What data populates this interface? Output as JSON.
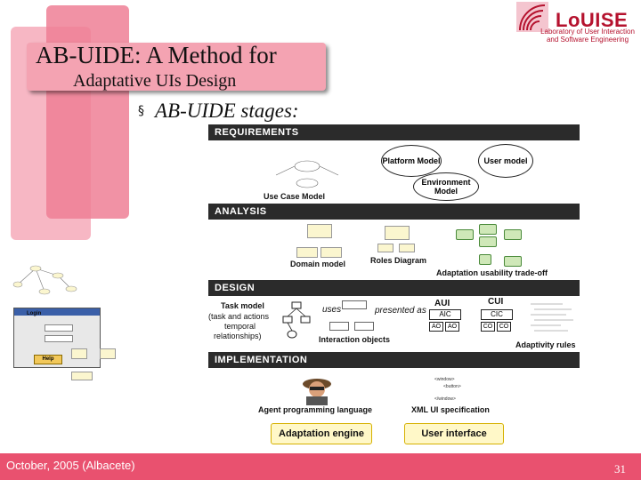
{
  "slide": {
    "title_line1": "AB-UIDE: A Method for",
    "title_line2": "Adaptative UIs Design",
    "bullet_marker": "§",
    "bullet_text": "AB-UIDE stages:",
    "footer_date": "October, 2005 (Albacete)",
    "page_number": "31"
  },
  "logo": {
    "title": "LoUISE",
    "subtitle": "Laboratory of User Interaction and Software Engineering"
  },
  "stages": {
    "requirements": {
      "label": "REQUIREMENTS",
      "platform_model": "Platform Model",
      "user_model": "User model",
      "environment_model": "Environment Model",
      "use_case_model": "Use Case Model"
    },
    "analysis": {
      "label": "ANALYSIS",
      "domain_model": "Domain model",
      "roles_diagram": "Roles Diagram",
      "adaptation_tradeoff": "Adaptation usability trade-off"
    },
    "design": {
      "label": "DESIGN",
      "task_model": "Task model",
      "task_model_desc1": "(task and actions",
      "task_model_desc2": "temporal",
      "task_model_desc3": "relationships)",
      "uses": "uses",
      "presented_as": "presented as",
      "interaction_objects": "Interaction objects",
      "aui": "AUI",
      "cui": "CUI",
      "aic": "AIC",
      "ao": "AO",
      "cic": "CIC",
      "co": "CO",
      "adaptivity_rules": "Adaptivity rules"
    },
    "implementation": {
      "label": "IMPLEMENTATION",
      "agent_lang": "Agent programming language",
      "xml_spec": "XML UI specification",
      "adaptation_engine": "Adaptation engine",
      "user_interface": "User interface",
      "xml_line1": "<window>",
      "xml_line2": "<button>",
      "xml_line3": "</window>"
    }
  },
  "login_window": {
    "title": "Login",
    "help": "Help"
  },
  "colors": {
    "accent": "#e9516f",
    "logo": "#b5122e",
    "bar": "#2b2b2b"
  }
}
